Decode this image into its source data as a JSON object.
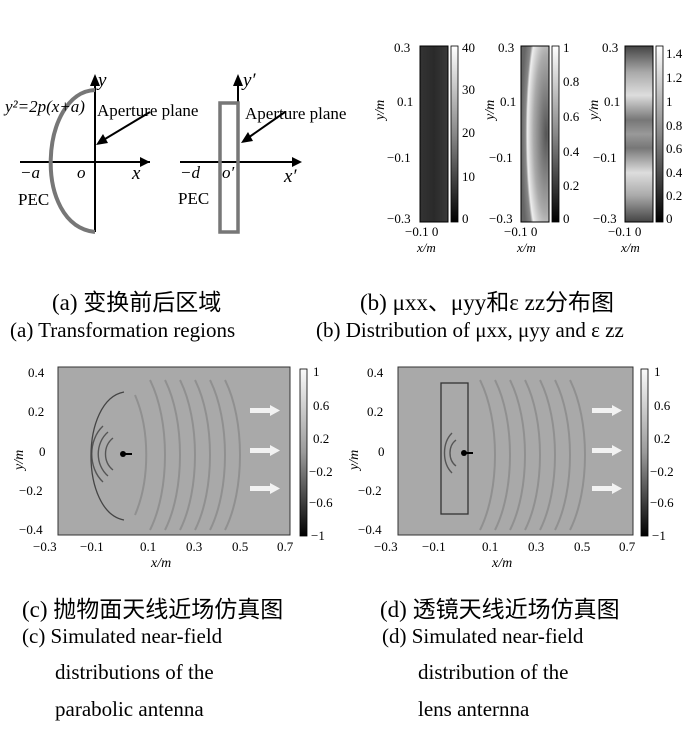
{
  "panel_a": {
    "left": {
      "axis_y": "y",
      "axis_x": "x",
      "origin": "o",
      "neg_a": "−a",
      "equation": "y²=2p(x+a)",
      "aperture": "Aperture plane",
      "pec": "PEC"
    },
    "right": {
      "axis_y": "y′",
      "axis_x": "x′",
      "origin": "o′",
      "neg_d": "−d",
      "aperture": "Aperture plane",
      "pec": "PEC"
    },
    "caption_cn": "(a) 变换前后区域",
    "caption_en": "(a) Transformation regions"
  },
  "panel_b": {
    "ylabel": "y/m",
    "xlabel": "x/m",
    "yticks": [
      "0.3",
      "0.1",
      "−0.1",
      "−0.3"
    ],
    "xticks": "−0.1 0",
    "colorbars": [
      {
        "ticks": [
          "40",
          "30",
          "20",
          "10",
          "0"
        ]
      },
      {
        "ticks": [
          "1",
          "0.8",
          "0.6",
          "0.4",
          "0.2",
          "0"
        ]
      },
      {
        "ticks": [
          "1.4",
          "1.2",
          "1",
          "0.8",
          "0.6",
          "0.4",
          "0.2",
          "0"
        ]
      }
    ],
    "caption_cn": "(b) μxx、μyy和ε zz分布图",
    "caption_en": "(b) Distribution of μxx, μyy and ε zz"
  },
  "panel_c": {
    "ylabel": "y/m",
    "xlabel": "x/m",
    "yticks": [
      "0.4",
      "0.2",
      "0",
      "−0.2",
      "−0.4"
    ],
    "xticks": [
      "−0.3",
      "−0.1",
      "0.1",
      "0.3",
      "0.5",
      "0.7"
    ],
    "cbar_ticks": [
      "1",
      "0.6",
      "0.2",
      "−0.2",
      "−0.6",
      "−1"
    ],
    "caption_cn": "(c) 抛物面天线近场仿真图",
    "caption_en_1": "(c) Simulated near-field",
    "caption_en_2": "distributions of the",
    "caption_en_3": "parabolic antenna"
  },
  "panel_d": {
    "ylabel": "y/m",
    "xlabel": "x/m",
    "yticks": [
      "0.4",
      "0.2",
      "0",
      "−0.2",
      "−0.4"
    ],
    "xticks": [
      "−0.3",
      "−0.1",
      "0.1",
      "0.3",
      "0.5",
      "0.7"
    ],
    "cbar_ticks": [
      "1",
      "0.6",
      "0.2",
      "−0.2",
      "−0.6",
      "−1"
    ],
    "caption_cn": "(d) 透镜天线近场仿真图",
    "caption_en_1": "(d) Simulated near-field",
    "caption_en_2": "distribution of the",
    "caption_en_3": "lens anternna"
  }
}
